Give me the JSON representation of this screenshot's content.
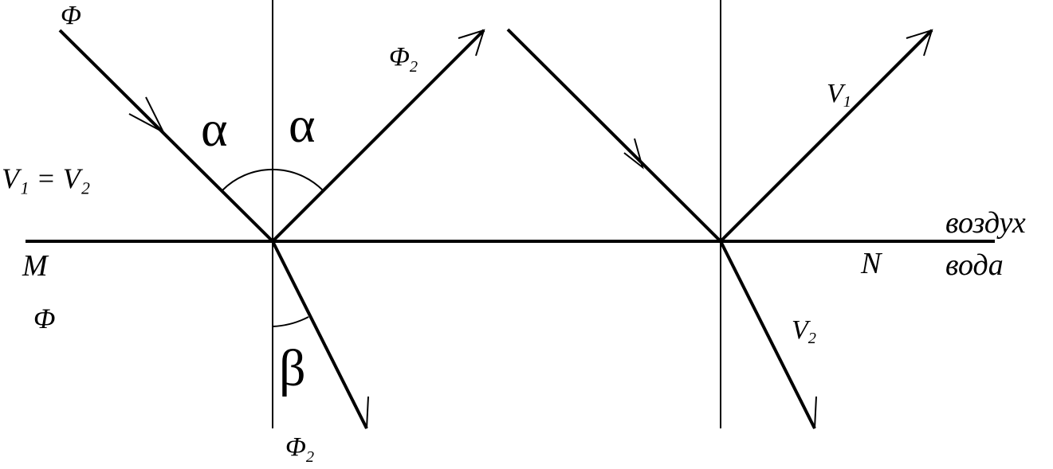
{
  "labels": {
    "phi_incident": "Φ",
    "phi_reflected": "Φ",
    "phi_reflected_sub": "2",
    "alpha_left": "α",
    "alpha_right": "α",
    "velocity_equal": "V₁ = V₂",
    "point_m": "M",
    "phi_lower": "Φ",
    "beta": "β",
    "phi_refracted": "Φ",
    "phi_refracted_sub": "2",
    "v1": "V",
    "v1_sub": "1",
    "v2": "V",
    "v2_sub": "2",
    "point_n": "N",
    "medium_air": "воздух",
    "medium_water": "вода"
  }
}
